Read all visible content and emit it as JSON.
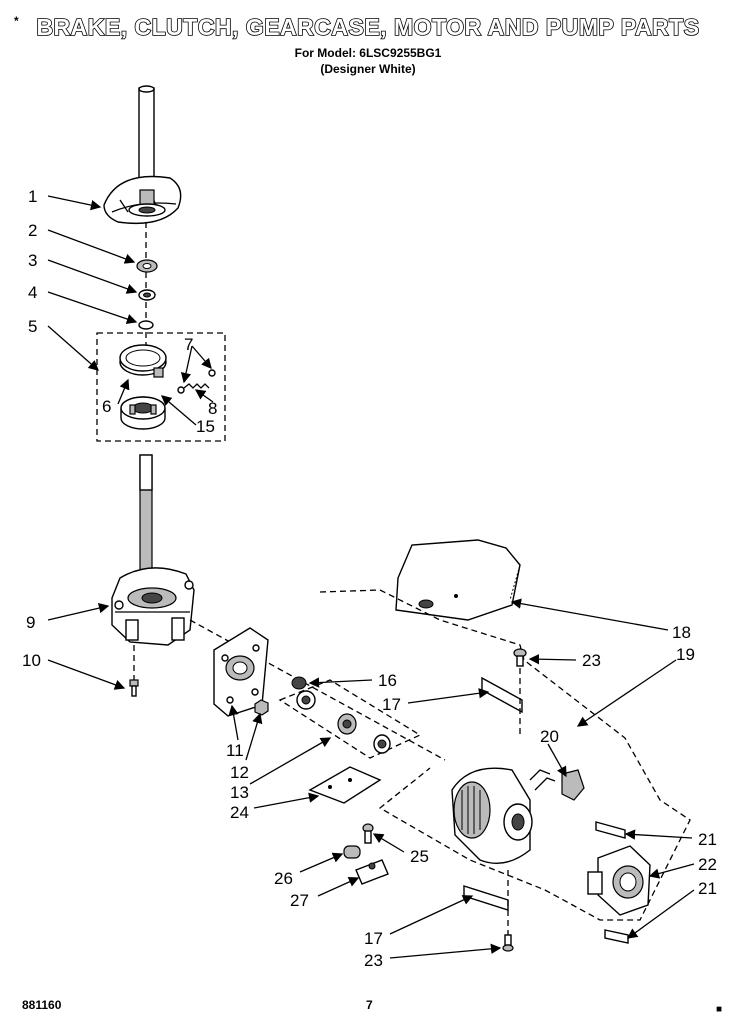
{
  "header": {
    "corner_mark": "*",
    "title": "BRAKE, CLUTCH, GEARCASE, MOTOR AND PUMP PARTS",
    "model_line": "For Model: 6LSC9255BG1",
    "color_line": "(Designer White)"
  },
  "footer": {
    "doc_number": "881160",
    "page_number": "7",
    "corner_mark": "■"
  },
  "callouts": [
    "1",
    "2",
    "3",
    "4",
    "5",
    "6",
    "7",
    "8",
    "15",
    "9",
    "10",
    "16",
    "11",
    "12",
    "13",
    "24",
    "18",
    "23",
    "19",
    "17",
    "20",
    "21",
    "22",
    "21",
    "25",
    "26",
    "27",
    "17",
    "23"
  ]
}
